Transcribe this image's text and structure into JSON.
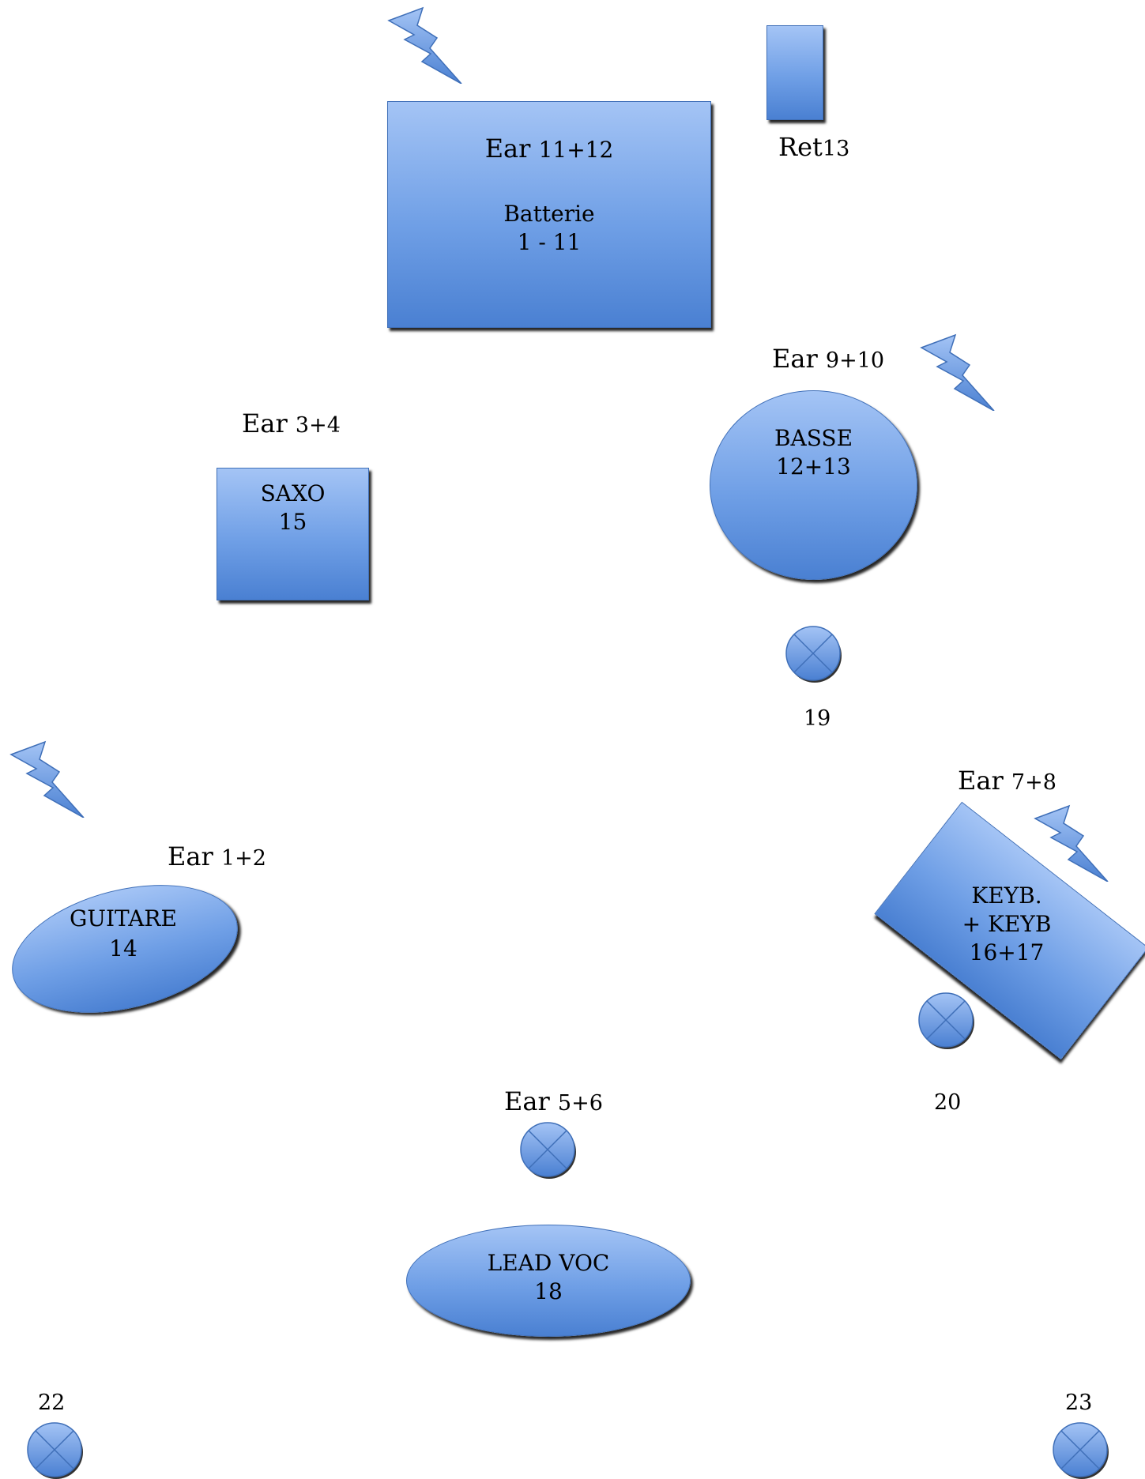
{
  "drums": {
    "ear_word": "Ear",
    "ear_num": "11+12",
    "name": "Batterie",
    "channels": "1 - 11"
  },
  "return": {
    "word": "Ret",
    "num": "13"
  },
  "bass": {
    "ear_word": "Ear",
    "ear_num": "9+10",
    "name": "BASSE",
    "channels": "12+13"
  },
  "sax": {
    "ear_word": "Ear",
    "ear_num": "3+4",
    "name": "SAXO",
    "channels": "15"
  },
  "guitar": {
    "ear_word": "Ear",
    "ear_num": "1+2",
    "name": "GUITARE",
    "channels": "14"
  },
  "keys": {
    "ear_word": "Ear",
    "ear_num": "7+8",
    "name": "KEYB.",
    "line2": "+ KEYB",
    "channels": "16+17"
  },
  "lead": {
    "ear_word": "Ear",
    "ear_num": "5+6",
    "name": "LEAD VOC",
    "channels": "18"
  },
  "monitors": {
    "m19": "19",
    "m20": "20",
    "m22": "22",
    "m23": "23"
  },
  "colors": {
    "shape_top": "#a4c4f5",
    "shape_bottom": "#4a80d2",
    "outline": "#3f6fb8"
  },
  "icons": [
    "power-bolt-icon",
    "monitor-wedge-icon"
  ]
}
